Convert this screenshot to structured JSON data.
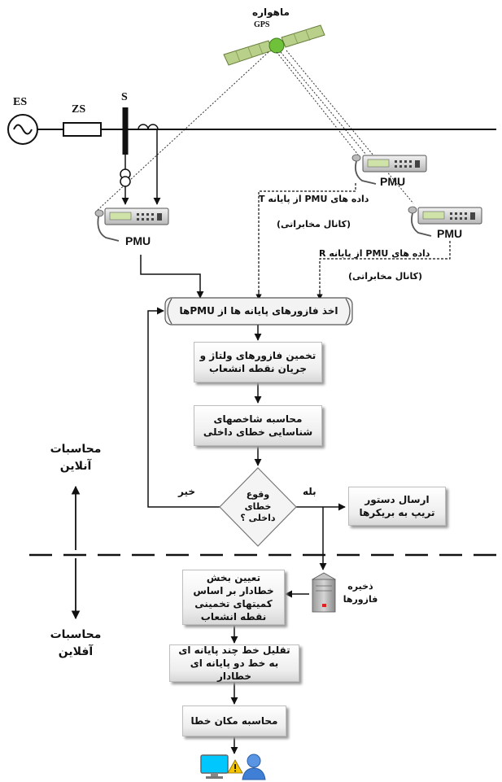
{
  "satellite": {
    "label": "ماهواره",
    "sublabel": "GPS"
  },
  "network": {
    "source": "ES",
    "impedance": "ZS",
    "bus": "S"
  },
  "pmus": {
    "left": "PMU",
    "middle": "PMU",
    "right": "PMU"
  },
  "channels": {
    "t_data": "داده های PMU از پایانه T",
    "t_channel": "(کانال مخابراتی)",
    "r_data": "داده های PMU از پایانه R",
    "r_channel": "(کانال مخابراتی)"
  },
  "flowchart": {
    "acquire": "اخذ فازورهای پایانه ها از PMUها",
    "estimate": "تخمین فازورهای ولتاژ و جریان نقطه انشعاب",
    "indices": "محاسبه شاخصهای شناسایی خطای داخلی",
    "decision": "وقوع خطای داخلی ؟",
    "yes": "بله",
    "no": "خیر",
    "trip": "ارسال دستور تریپ به بریکرها",
    "store": "ذخیره فازورها",
    "section": "تعیین بخش خطادار بر اساس کمیتهای تخمینی نقطه انشعاب",
    "reduce": "تقلیل خط چند پایانه ای به خط دو پایانه ای خطادار",
    "locate": "محاسبه مکان خطا"
  },
  "modes": {
    "online": "محاسبات آنلاین",
    "offline": "محاسبات آفلاین"
  },
  "colors": {
    "monitor": "#00c8ff",
    "warning": "#f5c400",
    "user": "#3f7fd6",
    "satellite_body": "#b9d08a",
    "satellite_core": "#6fc13a"
  },
  "icons": [
    "satellite-icon",
    "ac-source-icon",
    "current-transformer-icon",
    "voltage-transformer-icon",
    "gps-antenna-icon",
    "server-icon",
    "monitor-icon",
    "warning-icon",
    "user-icon"
  ]
}
